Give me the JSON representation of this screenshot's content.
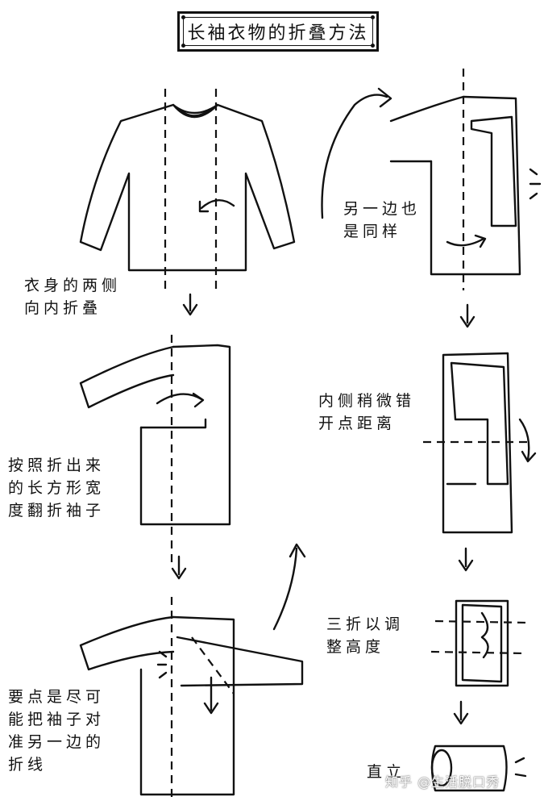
{
  "title": "长袖衣物的折叠方法",
  "steps": {
    "step1_label": "衣身的两侧\n向内折叠",
    "step2_label": "按照折出来\n的长方形宽\n度翻折袖子",
    "step3_label": "要点是尽可\n能把袖子对\n准另一边的\n折线",
    "step4_label": "另一边也\n是同样",
    "step5_label": "内侧稍微错\n开点距离",
    "step6_label": "三折以调\n整高度",
    "step7_label": "直立"
  },
  "watermark": "知乎 @生活脱口秀",
  "colors": {
    "ink": "#111111",
    "background": "#ffffff"
  }
}
